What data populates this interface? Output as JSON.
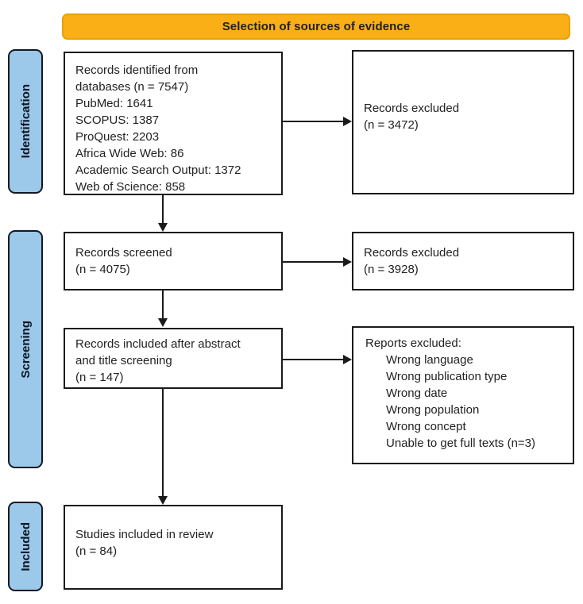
{
  "banner": {
    "label": "Selection of sources of evidence",
    "fill": "#F9AF15",
    "border": "#E9A100"
  },
  "stages": [
    {
      "label": "Identification"
    },
    {
      "label": "Screening"
    },
    {
      "label": "Included"
    }
  ],
  "stage_style": {
    "fill": "#9CC8E9",
    "border": "#111A23"
  },
  "boxes": {
    "identified": {
      "lines": [
        "Records identified from",
        "databases (n = 7547)",
        "PubMed: 1641",
        "SCOPUS: 1387",
        "ProQuest: 2203",
        "Africa Wide Web: 86",
        "Academic Search Output: 1372",
        "Web of Science: 858"
      ]
    },
    "excluded1": {
      "lines": [
        "Records excluded",
        "(n = 3472)"
      ]
    },
    "screened": {
      "lines": [
        "Records screened",
        "(n = 4075)"
      ]
    },
    "excluded2": {
      "lines": [
        "Records excluded",
        "(n = 3928)"
      ]
    },
    "abstract": {
      "lines": [
        "Records included after abstract",
        "and title screening",
        "(n = 147)"
      ]
    },
    "reports_excluded": {
      "header": "Reports excluded:",
      "items": [
        "Wrong language",
        "Wrong publication type",
        "Wrong date",
        "Wrong population",
        "Wrong concept",
        "Unable to get full texts (n=3)"
      ]
    },
    "studies": {
      "lines": [
        "Studies included in review",
        "(n = 84)"
      ]
    }
  }
}
